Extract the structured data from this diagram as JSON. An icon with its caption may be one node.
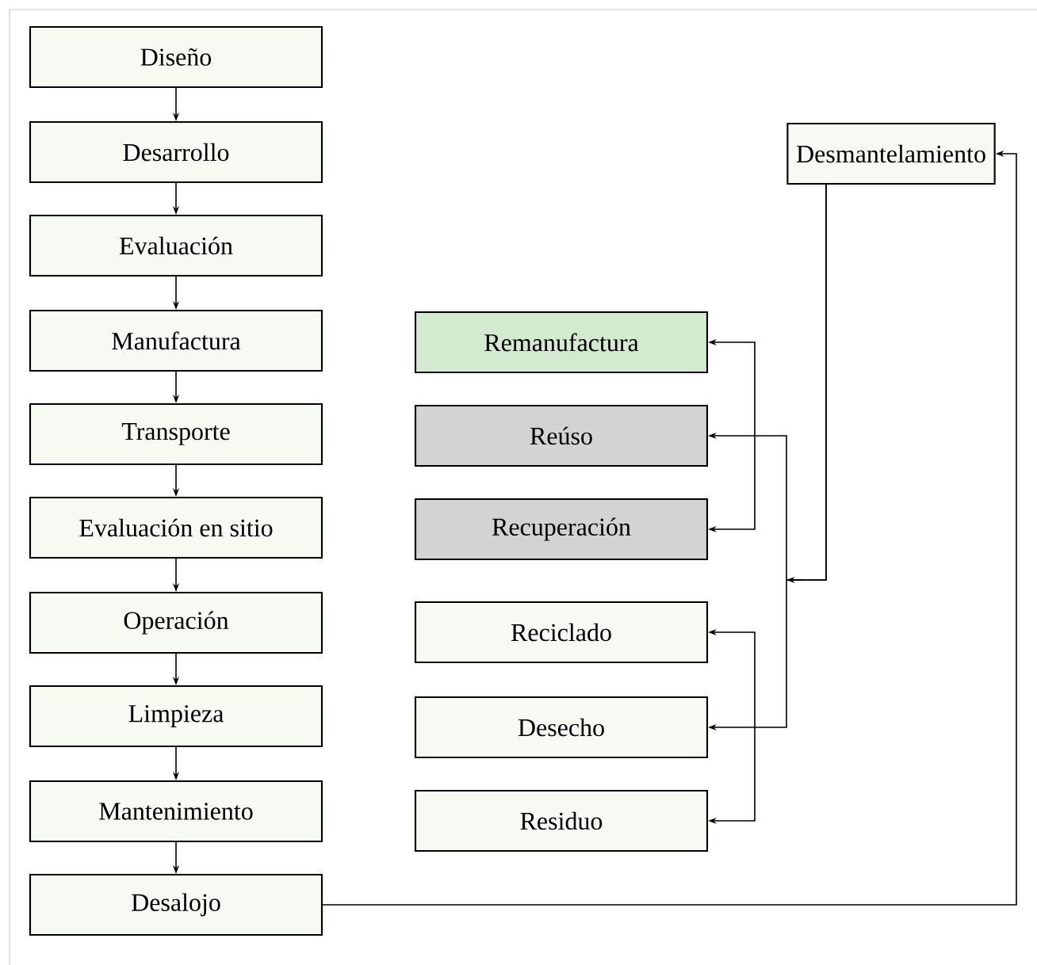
{
  "diagram": {
    "nodes": [
      {
        "text": [
          "Diseño"
        ]
      },
      {
        "text": [
          "Desarrollo"
        ]
      },
      {
        "text": [
          "Evaluación"
        ]
      },
      {
        "text": [
          "Manufactura"
        ]
      },
      {
        "text": [
          "Transporte"
        ]
      },
      {
        "text": [
          "Evaluación en sitio"
        ]
      },
      {
        "text": [
          "Operación"
        ]
      },
      {
        "text": [
          "Limpieza"
        ]
      },
      {
        "text": [
          "Mantenimiento"
        ]
      },
      {
        "text": [
          "Desalojo"
        ]
      },
      {
        "text": [
          "Desmantelamiento"
        ]
      },
      {
        "text": [
          "Remanufactura"
        ]
      },
      {
        "text": [
          "Reúso"
        ]
      },
      {
        "text": [
          "Recuperación"
        ]
      },
      {
        "text": [
          "Reciclado"
        ]
      },
      {
        "text": [
          "Desecho"
        ]
      },
      {
        "text": [
          "Residuo"
        ]
      }
    ],
    "edges": [
      {
        "from": 0,
        "to": 1,
        "arrow": "to"
      },
      {
        "from": 1,
        "to": 2,
        "arrow": "to"
      },
      {
        "from": 2,
        "to": 3,
        "arrow": "to"
      },
      {
        "from": 3,
        "to": 4,
        "arrow": "to"
      },
      {
        "from": 4,
        "to": 5,
        "arrow": "to"
      },
      {
        "from": 5,
        "to": 6,
        "arrow": "to"
      },
      {
        "from": 6,
        "to": 7,
        "arrow": "to"
      },
      {
        "from": 7,
        "to": 8,
        "arrow": "to"
      },
      {
        "from": 8,
        "to": 9,
        "arrow": "to"
      },
      {
        "from": 9,
        "to": 10,
        "arrow": "to"
      },
      {
        "from": 10,
        "to": 12,
        "arrow": "to"
      },
      {
        "from": 10,
        "to": 15,
        "arrow": "to"
      },
      {
        "from": 11,
        "to": 13,
        "arrow": "both"
      },
      {
        "from": 14,
        "to": 16,
        "arrow": "both"
      }
    ]
  }
}
